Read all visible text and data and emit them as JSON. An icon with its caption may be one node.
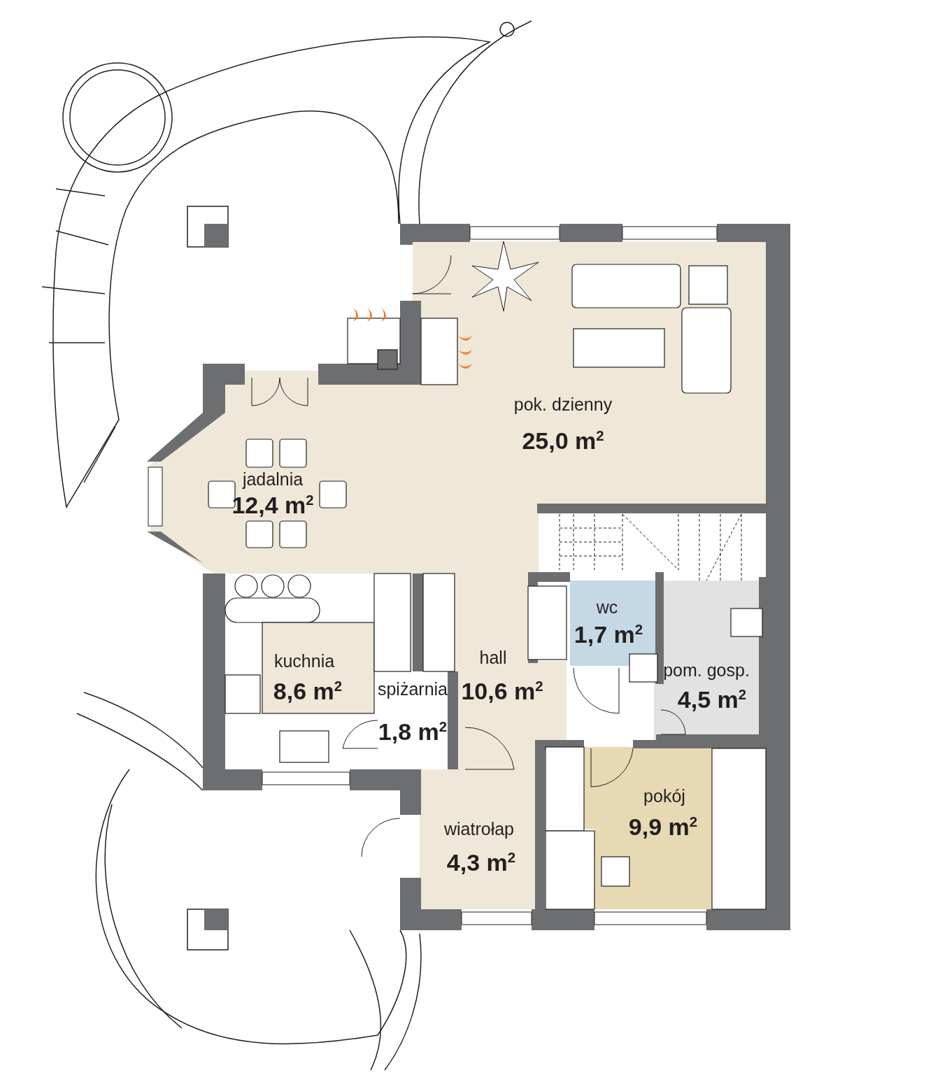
{
  "diagram": {
    "labels": [
      "pok. dzienny",
      "25,0 m$^{2}$",
      "jadalnia",
      "12,4 m$^{2}$",
      "wc",
      "1,7 m$^{2}$",
      "kuchnia",
      "8,6 m$^{2}$",
      "hall",
      "10,6 m$^{2}$",
      "pom. gosp.",
      "4,5 m$^{2}$",
      "spiżarnia",
      "1,8 m$^{2}$",
      "pokój",
      "9,9 m$^{2}$",
      "wiatrołap",
      "4,3 m$^{2}$"
    ]
  }
}
